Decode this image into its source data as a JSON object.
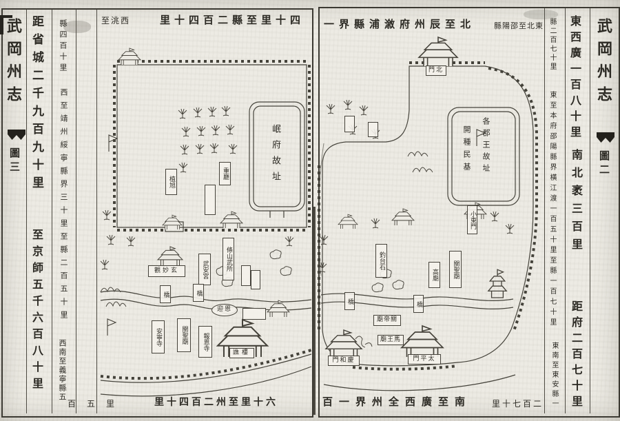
{
  "left_page": {
    "title": "武岡州志",
    "plate": "圖三",
    "margin_notes": {
      "province": "距省城二千九百九十里",
      "capital": "至京師五千六百八十里",
      "top_small": "縣四百十里",
      "west_route": "西至靖州綏寧縣界三十里至縣二百五十里",
      "southwest_route": "西南至義寧縣五",
      "southwest_route_tail": "百五里"
    },
    "captions": {
      "top": "四十里至縣二百四十里",
      "top_fragment": "西洮至",
      "bottom": "六十里至州二百四十里"
    },
    "map_labels": {
      "palace_site": "岷府故址",
      "hall_a": "植旭",
      "hall_b": "重廳",
      "hall_c": "條山武所",
      "temple_xuanmiao": "玄妙觀",
      "temple_wuan": "武安宮",
      "bridge_a": "橋",
      "bridge_b": "橋",
      "oval_note": "迎恩",
      "temple_anning": "安寧寺",
      "temple_guansheng": "關聖廟",
      "temple_baoen": "報恩寺",
      "tower_label": "譙樓"
    }
  },
  "right_page": {
    "title": "武岡州志",
    "plate": "圖二",
    "margin_notes": {
      "east_west": "東西廣一百八十里",
      "north_south": "南北袤三百里",
      "to_prefecture": "距府二百七十里",
      "county_distance": "縣二百七十里",
      "east_route": "東至本府邵陽縣界橫江渡一百五十里至縣一百七十里",
      "southeast_route": "東南至東安縣一"
    },
    "captions": {
      "top": "北至辰州府漵浦縣界一",
      "top_fragment": "東北至邵陽縣",
      "bottom": "南至廣西全州界一百",
      "bottom_right": "二百七十里"
    },
    "map_labels": {
      "princes_site_col1": "各郡王故址",
      "princes_site_col2": "開種民基",
      "gate_north": "北門",
      "rock_diaotai": "釣台石",
      "temple_gao": "高廟",
      "temple_guansheng": "關聖廟",
      "bridge_a": "橋",
      "bridge_b": "橋",
      "temple_guandi": "關帝廟",
      "temple_mawang": "馬王廟",
      "gate_qinghe": "慶和門",
      "gate_taiping": "太平門",
      "gate_small_east": "小東門"
    }
  }
}
